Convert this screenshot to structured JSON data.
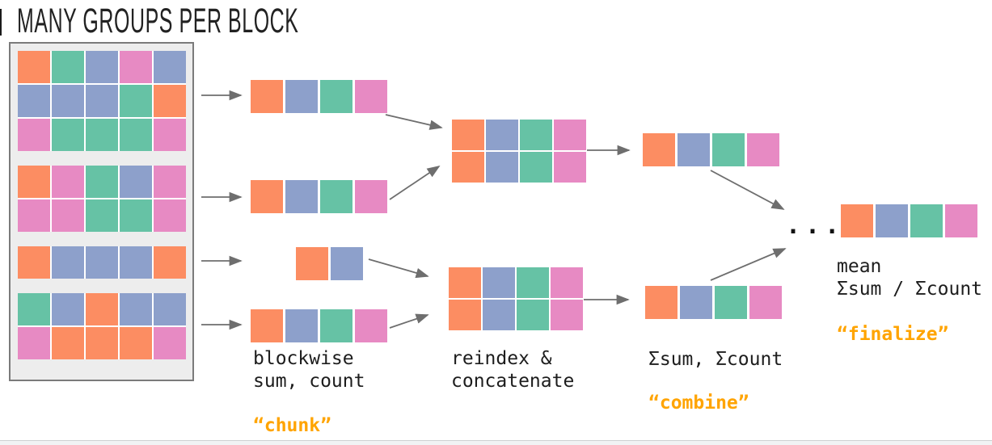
{
  "title": "MANY GROUPS PER BLOCK",
  "palette": {
    "orange": "#FC8D62",
    "green": "#66C2A5",
    "blue": "#8DA0CB",
    "pink": "#E78AC3"
  },
  "colors": {
    "accent_orange": "#FFA400",
    "arrow": "#6e6e6e",
    "box_fill": "#EDEDED",
    "box_border": "#7B7B7B",
    "text": "#1D1D1D"
  },
  "source_block": {
    "groups": [
      [
        [
          "orange",
          "green",
          "blue",
          "pink",
          "blue"
        ],
        [
          "blue",
          "blue",
          "blue",
          "green",
          "orange"
        ],
        [
          "pink",
          "green",
          "green",
          "green",
          "pink"
        ]
      ],
      [
        [
          "orange",
          "pink",
          "green",
          "blue",
          "pink"
        ],
        [
          "pink",
          "pink",
          "green",
          "green",
          "pink"
        ]
      ],
      [
        [
          "orange",
          "blue",
          "blue",
          "blue",
          "orange"
        ]
      ],
      [
        [
          "green",
          "blue",
          "orange",
          "blue",
          "blue"
        ],
        [
          "pink",
          "orange",
          "orange",
          "orange",
          "pink"
        ]
      ]
    ]
  },
  "chunk_rows": {
    "row1": [
      "orange",
      "blue",
      "green",
      "pink"
    ],
    "row2": [
      "orange",
      "blue",
      "green",
      "pink"
    ],
    "row3": [
      "orange",
      "blue"
    ],
    "row4": [
      "orange",
      "blue",
      "green",
      "pink"
    ]
  },
  "concat_blocks": {
    "block1": [
      [
        "orange",
        "blue",
        "green",
        "pink"
      ],
      [
        "orange",
        "blue",
        "green",
        "pink"
      ]
    ],
    "block2": [
      [
        "orange",
        "blue",
        "green",
        "pink"
      ],
      [
        "orange",
        "blue",
        "green",
        "pink"
      ]
    ]
  },
  "combine_rows": {
    "row1": [
      "orange",
      "blue",
      "green",
      "pink"
    ],
    "row2": [
      "orange",
      "blue",
      "green",
      "pink"
    ]
  },
  "final_row": [
    "orange",
    "blue",
    "green",
    "pink"
  ],
  "labels": {
    "blockwise": "blockwise\nsum, count",
    "chunk": "“chunk”",
    "reindex": "reindex &\nconcatenate",
    "sum_count": "Σsum, Σcount",
    "combine": "“combine”",
    "mean": "mean\nΣsum / Σcount",
    "finalize": "“finalize”",
    "ellipsis": "..."
  }
}
